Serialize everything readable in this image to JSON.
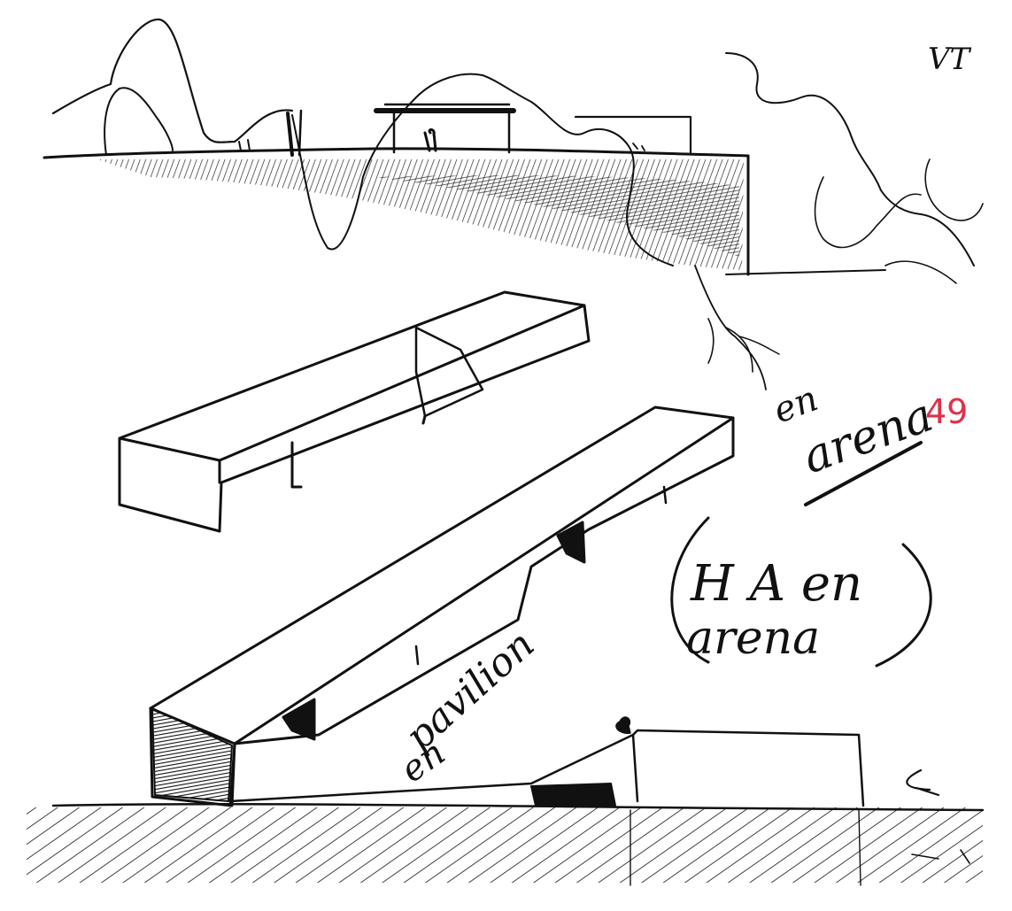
{
  "sketch": {
    "initials_top": "VT",
    "note_en": "en",
    "note_arena": "arena",
    "note_number": "49",
    "note_ha_en": "H A en",
    "note_arena_2": "arena",
    "note_pavilion": "pavilion",
    "note_en_2": "en"
  },
  "colors": {
    "ink": "#111111",
    "paper": "#ffffff",
    "red_number": "#e0304a"
  }
}
